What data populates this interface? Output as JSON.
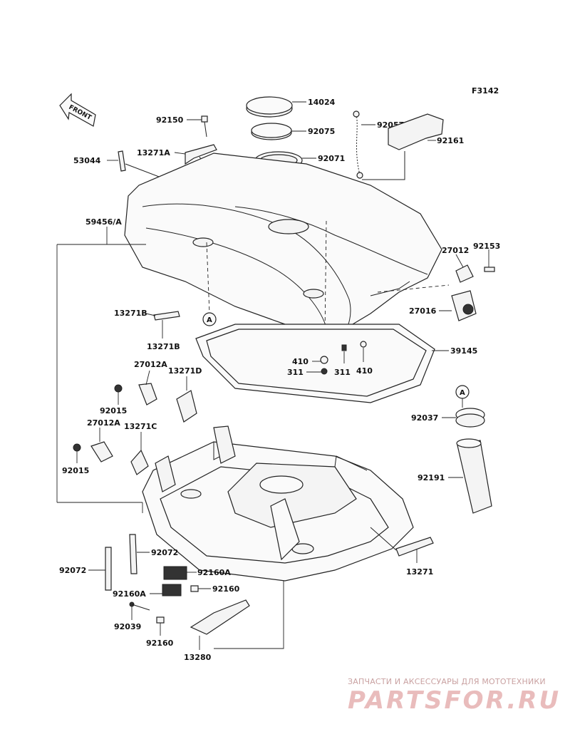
{
  "figure_code": "F3142",
  "front_label": "FRONT",
  "callout_marker": "A",
  "labels": {
    "p14024": "14024",
    "p92150": "92150",
    "p92075": "92075",
    "p92057": "92057",
    "p53044": "53044",
    "p13271A": "13271A",
    "p92071": "92071",
    "p92161": "92161",
    "p59456A": "59456/A",
    "p27012": "27012",
    "p92153": "92153",
    "p13271B_top": "13271B",
    "p27016": "27016",
    "p13271B_bot": "13271B",
    "p410_left": "410",
    "p39145": "39145",
    "p311_left": "311",
    "p311_right": "311",
    "p410_right": "410",
    "p27012A_1": "27012A",
    "p13271D": "13271D",
    "p92015_1": "92015",
    "p92037": "92037",
    "p27012A_2": "27012A",
    "p13271C": "13271C",
    "p92015_2": "92015",
    "p92191": "92191",
    "p92072_r": "92072",
    "p92072_l": "92072",
    "p92160A_1": "92160A",
    "p13271": "13271",
    "p92160A_2": "92160A",
    "p92160_1": "92160",
    "p92039": "92039",
    "p92160_2": "92160",
    "p13280": "13280"
  },
  "watermark": {
    "tagline": "ЗАПЧАСТИ И АКСЕССУАРЫ ДЛЯ МОТОТЕХНИКИ",
    "logo": "PARTSFOR.RU"
  }
}
